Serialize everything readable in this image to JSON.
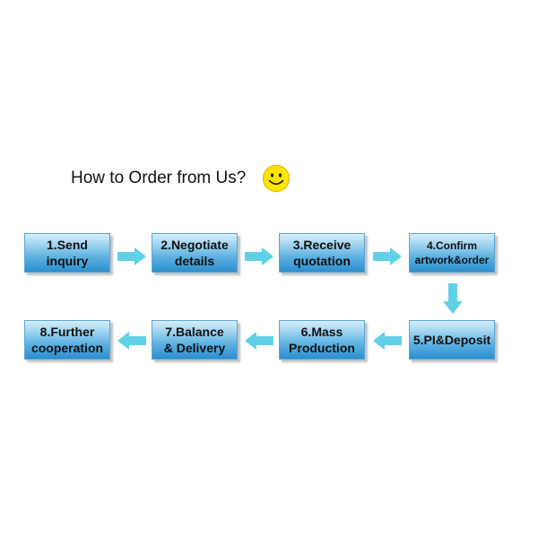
{
  "title": "How to Order from Us?",
  "icons": {
    "smiley": "smiley-face-icon",
    "arrow": "arrow-icon"
  },
  "colors": {
    "arrow": "#5fd0e6",
    "box_top": "#d6eefa",
    "box_bottom": "#2b8fce",
    "smiley": "#ffe600"
  },
  "steps": [
    {
      "label": "1.Send\ninquiry"
    },
    {
      "label": "2.Negotiate\ndetails"
    },
    {
      "label": "3.Receive\nquotation"
    },
    {
      "label": "4.Confirm\nartwork&order"
    },
    {
      "label": "5.PI&Deposit"
    },
    {
      "label": "6.Mass\n  Production"
    },
    {
      "label": "7.Balance\n& Delivery"
    },
    {
      "label": "8.Further\ncooperation"
    }
  ]
}
